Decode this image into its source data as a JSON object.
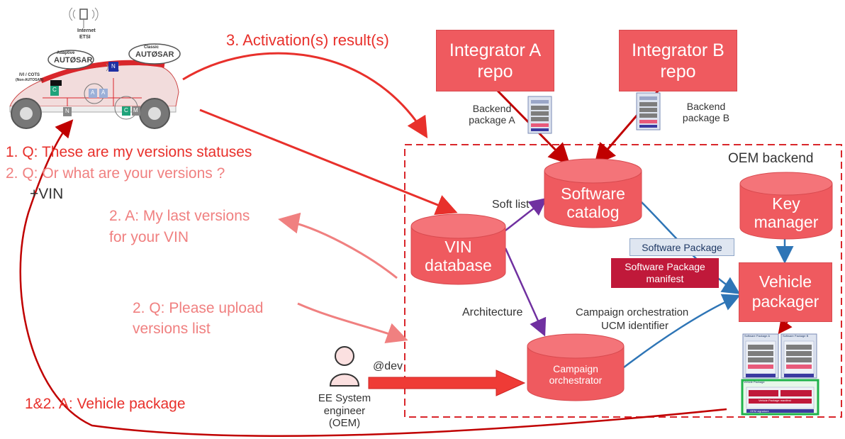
{
  "car": {
    "internet_label": "Internet",
    "etsi_label": "ETSI",
    "adaptive_label": "Adaptive",
    "autosar_label_adaptive": "AUTØSAR",
    "classic_label": "Classic",
    "autosar_label_classic": "AUTØSAR",
    "ivi_label": "IVI / COTS",
    "non_autosar_label": "(Non-AUTOSAR)",
    "ecu_c": "C",
    "ecu_n": "N",
    "ecu_a": "A",
    "ecu_m": "M"
  },
  "messages": {
    "activation": "3. Activation(s) result(s)",
    "q1": "1. Q: These are my versions statuses",
    "q2": "2. Q: Or what are your versions ?",
    "vin": "+VIN",
    "a2_line1": "2. A: My last versions",
    "a2_line2": "for your VIN",
    "q2_upload_line1": "2. Q: Please upload",
    "q2_upload_line2": "versions list",
    "a12": "1&2. A: Vehicle package"
  },
  "repos": {
    "a_line1": "Integrator A",
    "a_line2": "repo",
    "b_line1": "Integrator B",
    "b_line2": "repo",
    "pkg_a_line1": "Backend",
    "pkg_a_line2": "package A",
    "pkg_b_line1": "Backend",
    "pkg_b_line2": "package B"
  },
  "backend": {
    "title": "OEM backend",
    "software_catalog_line1": "Software",
    "software_catalog_line2": "catalog",
    "key_manager_line1": "Key",
    "key_manager_line2": "manager",
    "vin_db_line1": "VIN",
    "vin_db_line2": "database",
    "campaign_line1": "Campaign",
    "campaign_line2": "orchestrator",
    "vehicle_packager_line1": "Vehicle",
    "vehicle_packager_line2": "packager",
    "soft_list": "Soft list",
    "architecture": "Architecture",
    "campaign_orch_label": "Campaign orchestration",
    "ucm_identifier": "UCM identifier",
    "software_package": "Software Package",
    "sw_manifest_line1": "Software Package",
    "sw_manifest_line2": "manifest"
  },
  "engineer": {
    "dev": "@dev",
    "line1": "EE System",
    "line2": "engineer",
    "line3": "(OEM)"
  },
  "vehicle_package": {
    "pkg_a_title": "Software Package A",
    "pkg_b_title": "Software Package B",
    "signed_container": "Signed container",
    "executables": "Executables",
    "data": "Data",
    "manifests": "Manifests",
    "ucm_manifest": "SoftPkg manifest",
    "signature": "Signature",
    "vehicle_package_title": "Vehicle Package",
    "sw_manifest_a": "Software Package manifest A",
    "sw_manifest_b": "Software Package manifest B",
    "vp_manifest": "Vehicle Package manifest",
    "oem_signature": "OEM signature"
  }
}
